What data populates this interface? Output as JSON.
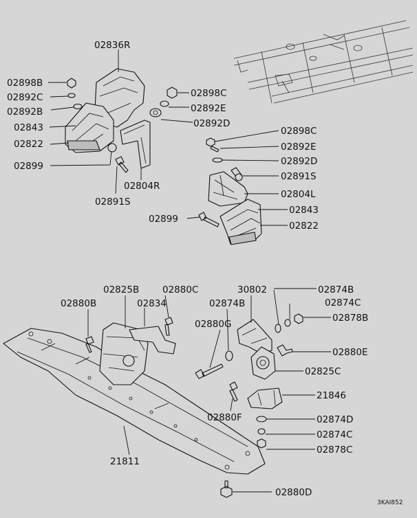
{
  "labels": {
    "top_left": {
      "p02836R": "02836R",
      "p02898B": "02898B",
      "p02892C": "02892C",
      "p02892B": "02892B",
      "p02843": "02843",
      "p02822": "02822",
      "p02899": "02899",
      "p02891S": "02891S",
      "p02804R": "02804R",
      "p02898C": "02898C",
      "p02892E": "02892E",
      "p02892D": "02892D"
    },
    "top_right": {
      "p02898C": "02898C",
      "p02892E": "02892E",
      "p02892D": "02892D",
      "p02891S": "02891S",
      "p02804L": "02804L",
      "p02843": "02843",
      "p02899": "02899",
      "p02822": "02822"
    },
    "bottom": {
      "p02825B": "02825B",
      "p02880C": "02880C",
      "p02880B": "02880B",
      "p02834": "02834",
      "p30802": "30802",
      "p02874B_a": "02874B",
      "p02874B_b": "02874B",
      "p02874C": "02874C",
      "p02878B": "02878B",
      "p02880G": "02880G",
      "p02880E": "02880E",
      "p02825C": "02825C",
      "p21846": "21846",
      "p02880F": "02880F",
      "p02874D": "02874D",
      "p02874C_b": "02874C",
      "p02878C": "02878C",
      "p21811": "21811",
      "p02880D": "02880D"
    }
  },
  "diagram_code": "3KAI852",
  "colors": {
    "background": "#d6d6d6",
    "line": "#111111"
  }
}
